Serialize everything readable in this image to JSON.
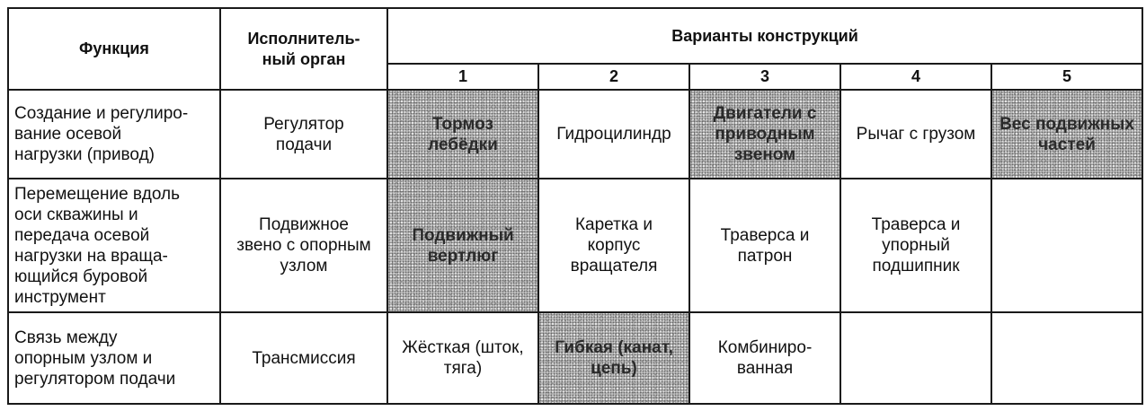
{
  "header": {
    "function": "Функция",
    "organ": "Исполнитель-\nный орган",
    "variants": "Варианты конструкций",
    "numbers": [
      "1",
      "2",
      "3",
      "4",
      "5"
    ]
  },
  "rows": [
    {
      "function": "Создание и регулиро-\nвание осевой\nнагрузки (привод)",
      "organ": "Регулятор\nподачи",
      "cells": [
        "Тормоз\nлебёдки",
        "Гидроцилиндр",
        "Двигатели с\nприводным\nзвеном",
        "Рычаг с грузом",
        "Вес подвижных\nчастей"
      ]
    },
    {
      "function": "Перемещение вдоль\nоси скважины и\nпередача осевой\nнагрузки на враща-\nющийся буровой\nинструмент",
      "organ": "Подвижное\nзвено с опорным\nузлом",
      "cells": [
        "Подвижный\nвертлюг",
        "Каретка и\nкорпус\nвращателя",
        "Траверса и\nпатрон",
        "Траверса и\nупорный\nподшипник",
        ""
      ]
    },
    {
      "function": "Связь между\nопорным узлом и\nрегулятором подачи",
      "organ": "Трансмиссия",
      "cells": [
        "Жёсткая (шток,\nтяга)",
        "Гибкая (канат,\nцепь)",
        "Комбиниро-\nванная",
        "",
        ""
      ]
    }
  ]
}
